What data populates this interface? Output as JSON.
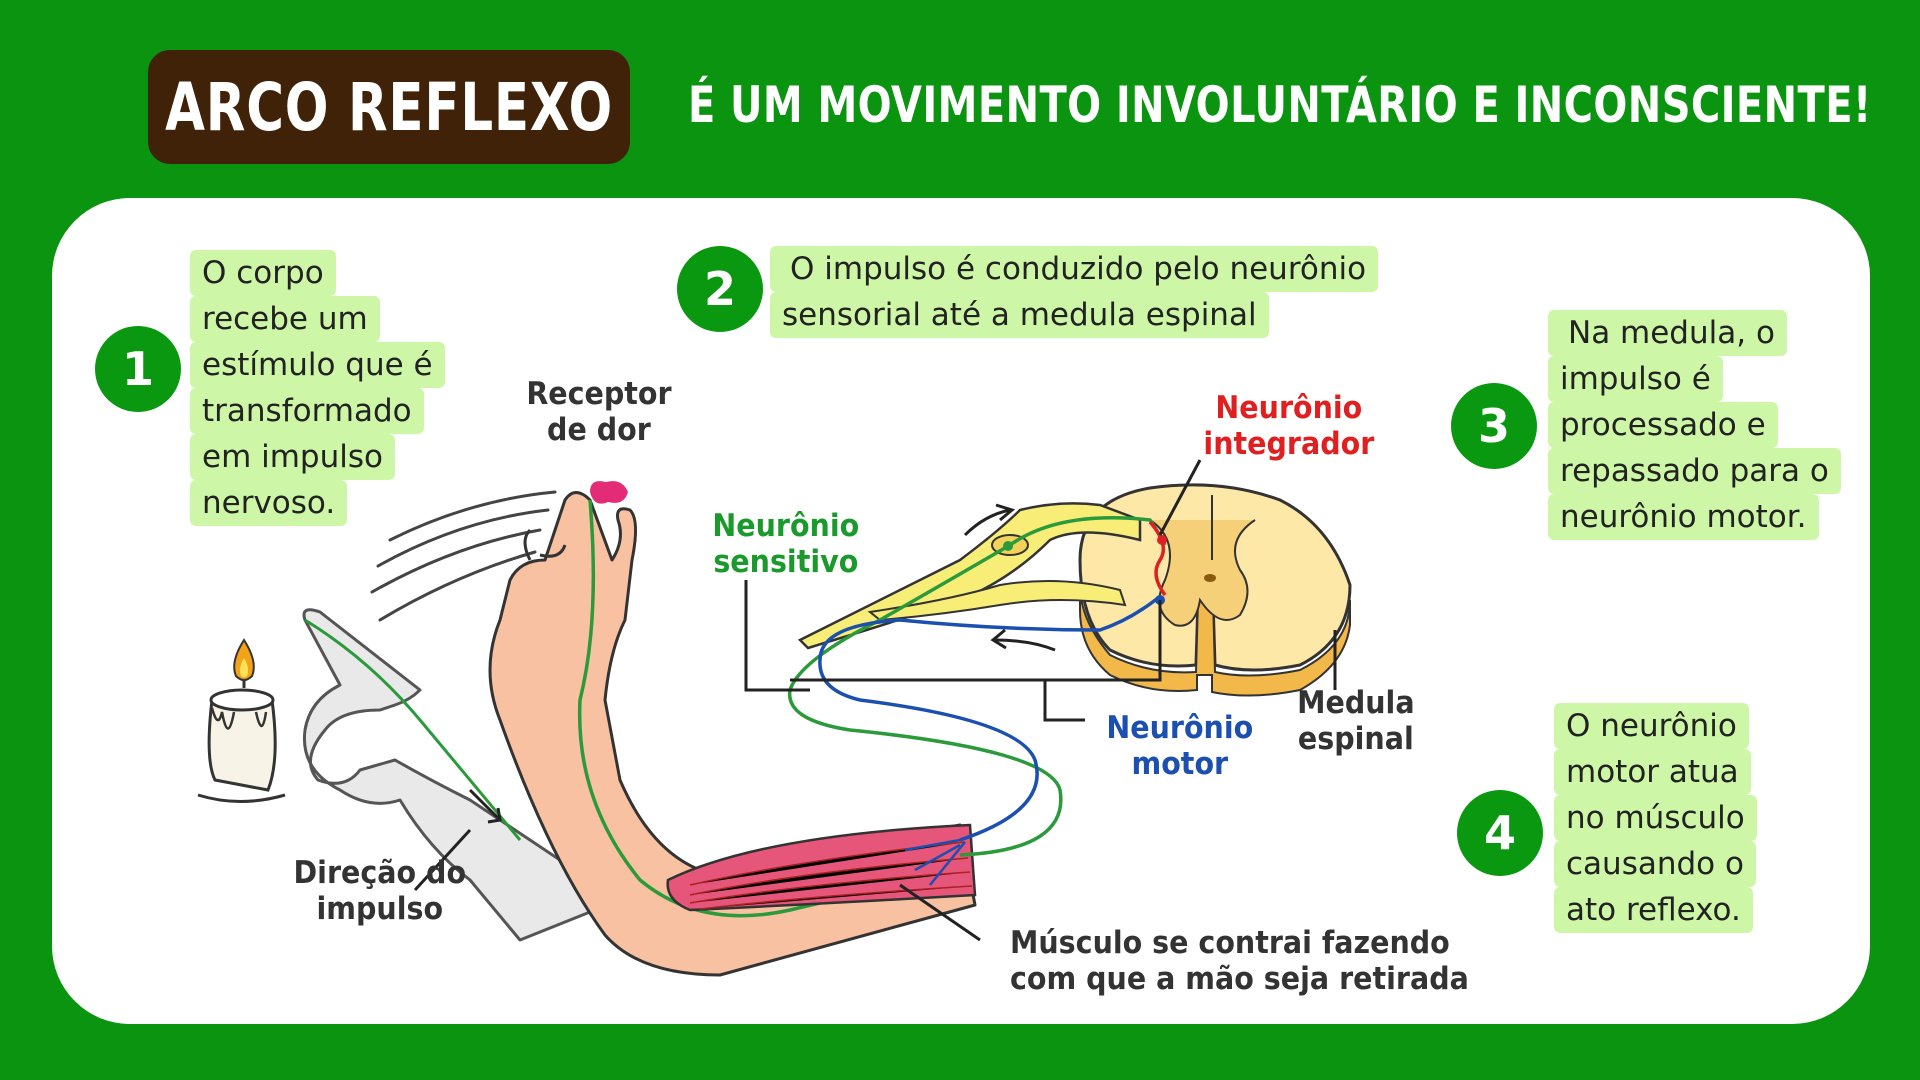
{
  "header": {
    "title": "ARCO REFLEXO",
    "subtitle": "É UM MOVIMENTO INVOLUNTÁRIO E INCONSCIENTE!"
  },
  "steps": [
    {
      "number": "1",
      "lines": [
        "O corpo",
        "recebe um",
        "estímulo que é",
        "transformado",
        "em impulso",
        "nervoso."
      ]
    },
    {
      "number": "2",
      "lines": [
        "O impulso é conduzido pelo neurônio",
        "sensorial até a medula espinal"
      ]
    },
    {
      "number": "3",
      "lines": [
        "Na medula, o",
        "impulso é",
        "processado e",
        "repassado para o",
        "neurônio motor."
      ]
    },
    {
      "number": "4",
      "lines": [
        "O neurônio",
        "motor atua",
        "no músculo",
        "causando o",
        "ato reflexo."
      ]
    }
  ],
  "labels": {
    "receptor": [
      "Receptor",
      "de dor"
    ],
    "sensitivo": [
      "Neurônio",
      "sensitivo"
    ],
    "integrador": [
      "Neurônio",
      "integrador"
    ],
    "motor": [
      "Neurônio",
      "motor"
    ],
    "medula": [
      "Medula",
      "espinal"
    ],
    "direcao": [
      "Direção do",
      "impulso"
    ],
    "musculo": [
      "Músculo se contrai fazendo",
      "com que a mão seja retirada"
    ]
  },
  "colors": {
    "background": "#0a940f",
    "title_box": "#3f2208",
    "note_fill": "#cdf7a6",
    "step_circle": "#0a9810",
    "sensory": "#1a9a2c",
    "integrator": "#e02020",
    "motor": "#1b4fb0",
    "label_dark": "#333333"
  }
}
